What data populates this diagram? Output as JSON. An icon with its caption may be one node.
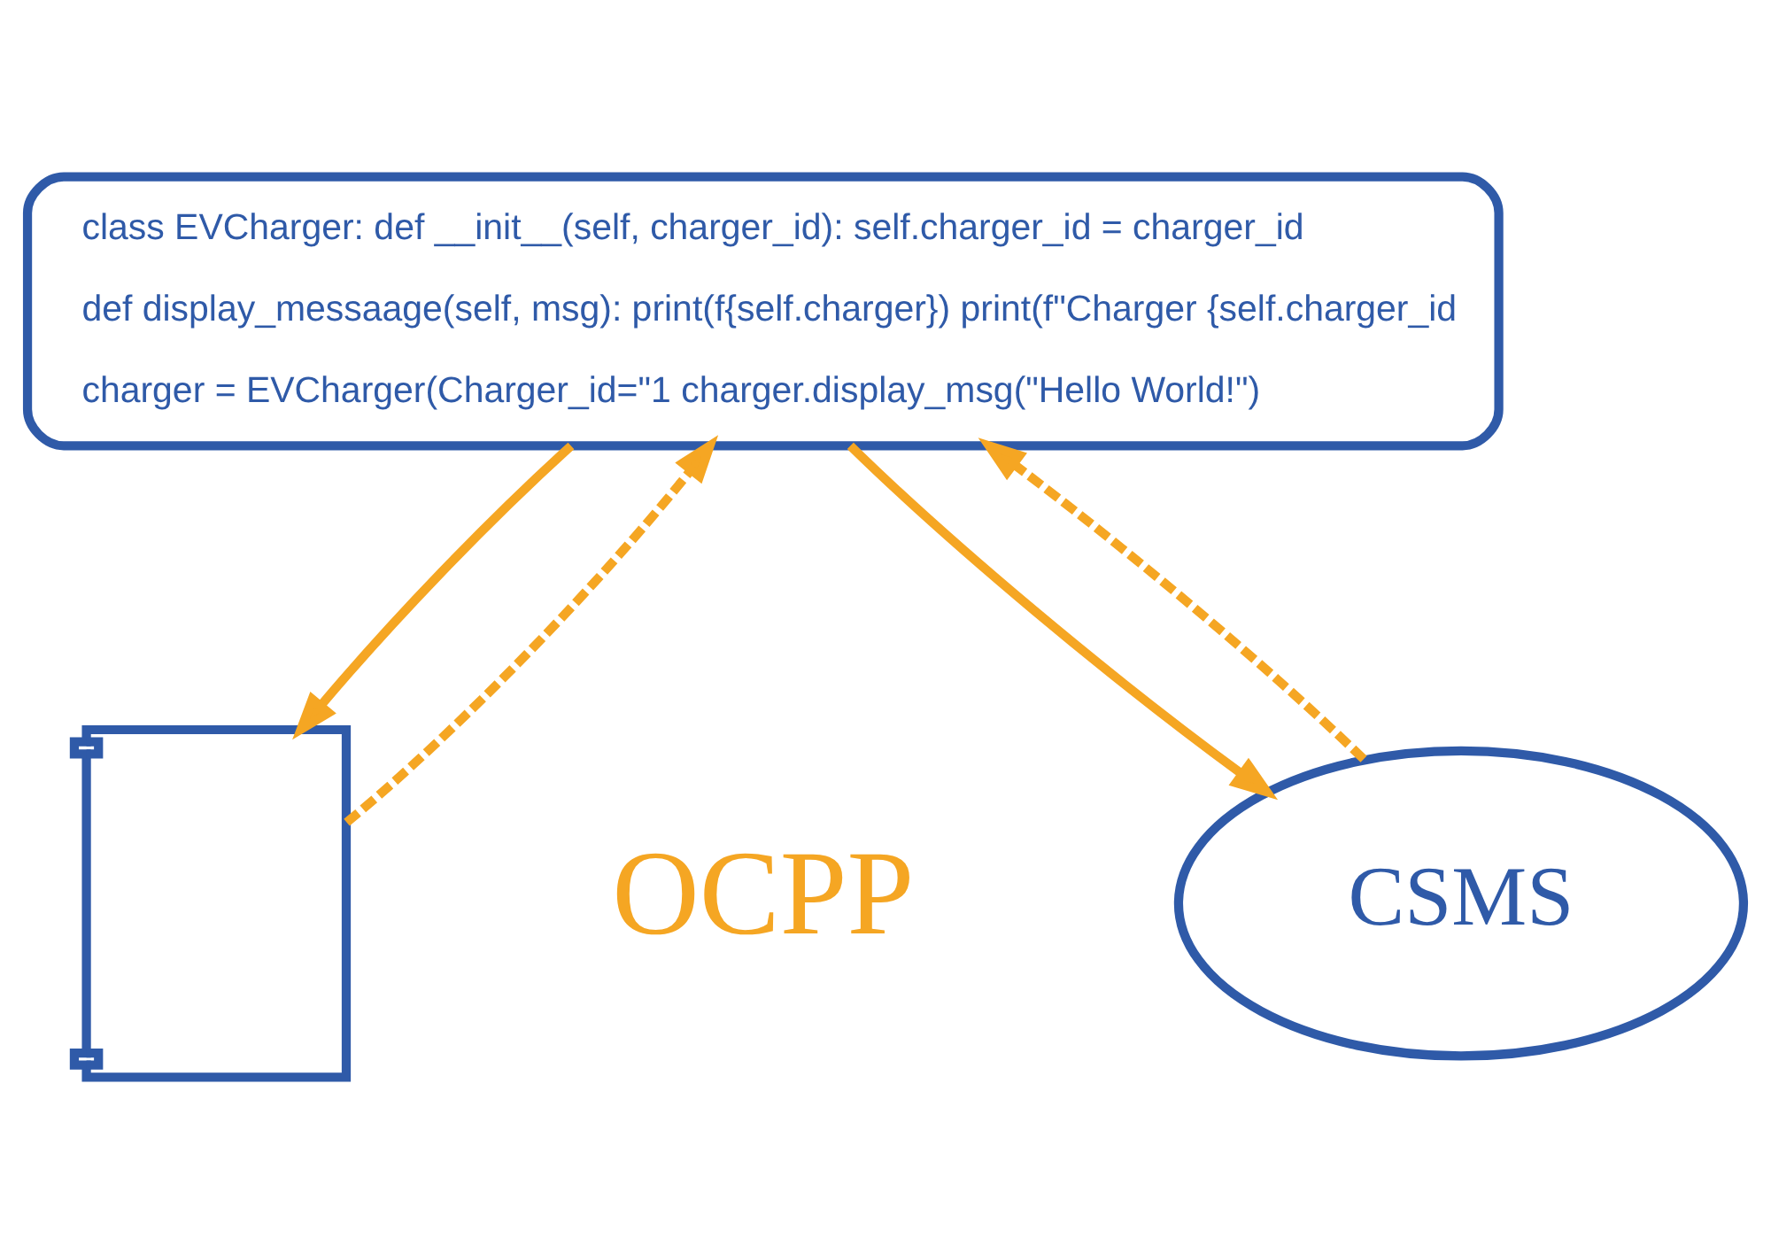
{
  "diagram": {
    "nodes": [
      {
        "text": [
          "class EVCharger: def __init__(self, charger_id): self.charger_id = charger_id",
          "def display_messaage(self, msg): print(f{self.charger}) print(f\"Charger {self.charger_id",
          "charger = EVCharger(Charger_id=\"1 charger.display_msg(\"Hello World!\")"
        ]
      },
      {
        "text": [],
        "shape": "picture"
      },
      {
        "text": [
          "CSMS"
        ]
      }
    ],
    "edges": [
      {
        "from": 0,
        "to": 1,
        "arrow": "to"
      },
      {
        "from": 1,
        "to": 0,
        "arrow": "to",
        "style": "dashed"
      },
      {
        "from": 0,
        "to": 2,
        "arrow": "to"
      },
      {
        "from": 2,
        "to": 0,
        "arrow": "to",
        "style": "dashed"
      }
    ],
    "labels": [
      "OCPP"
    ]
  }
}
